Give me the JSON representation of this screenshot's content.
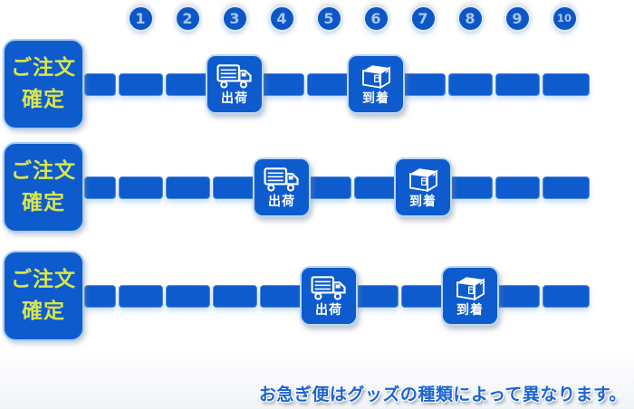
{
  "day_scale": {
    "labels": [
      "1",
      "2",
      "3",
      "4",
      "5",
      "6",
      "7",
      "8",
      "9",
      "10"
    ]
  },
  "rows": [
    {
      "order_label": [
        "ご注文",
        "確定"
      ],
      "ship_label": "出荷",
      "ship_day": 3,
      "arrive_label": "到着",
      "arrive_day": 6
    },
    {
      "order_label": [
        "ご注文",
        "確定"
      ],
      "ship_label": "出荷",
      "ship_day": 4,
      "arrive_label": "到着",
      "arrive_day": 7
    },
    {
      "order_label": [
        "ご注文",
        "確定"
      ],
      "ship_label": "出荷",
      "ship_day": 5,
      "arrive_label": "到着",
      "arrive_day": 8
    }
  ],
  "footnote": "お急ぎ便はグッズの種類によって異なります。",
  "icons": {
    "ship": "truck-icon",
    "arrive": "package-icon"
  },
  "colors": {
    "primary_blue": "#0E5BCE",
    "circle_number_blue": "#A9C9F0",
    "order_text_yellow": "#D9E54A",
    "event_text_white": "#FFFFFF",
    "footnote_blue": "#1C64D3"
  }
}
